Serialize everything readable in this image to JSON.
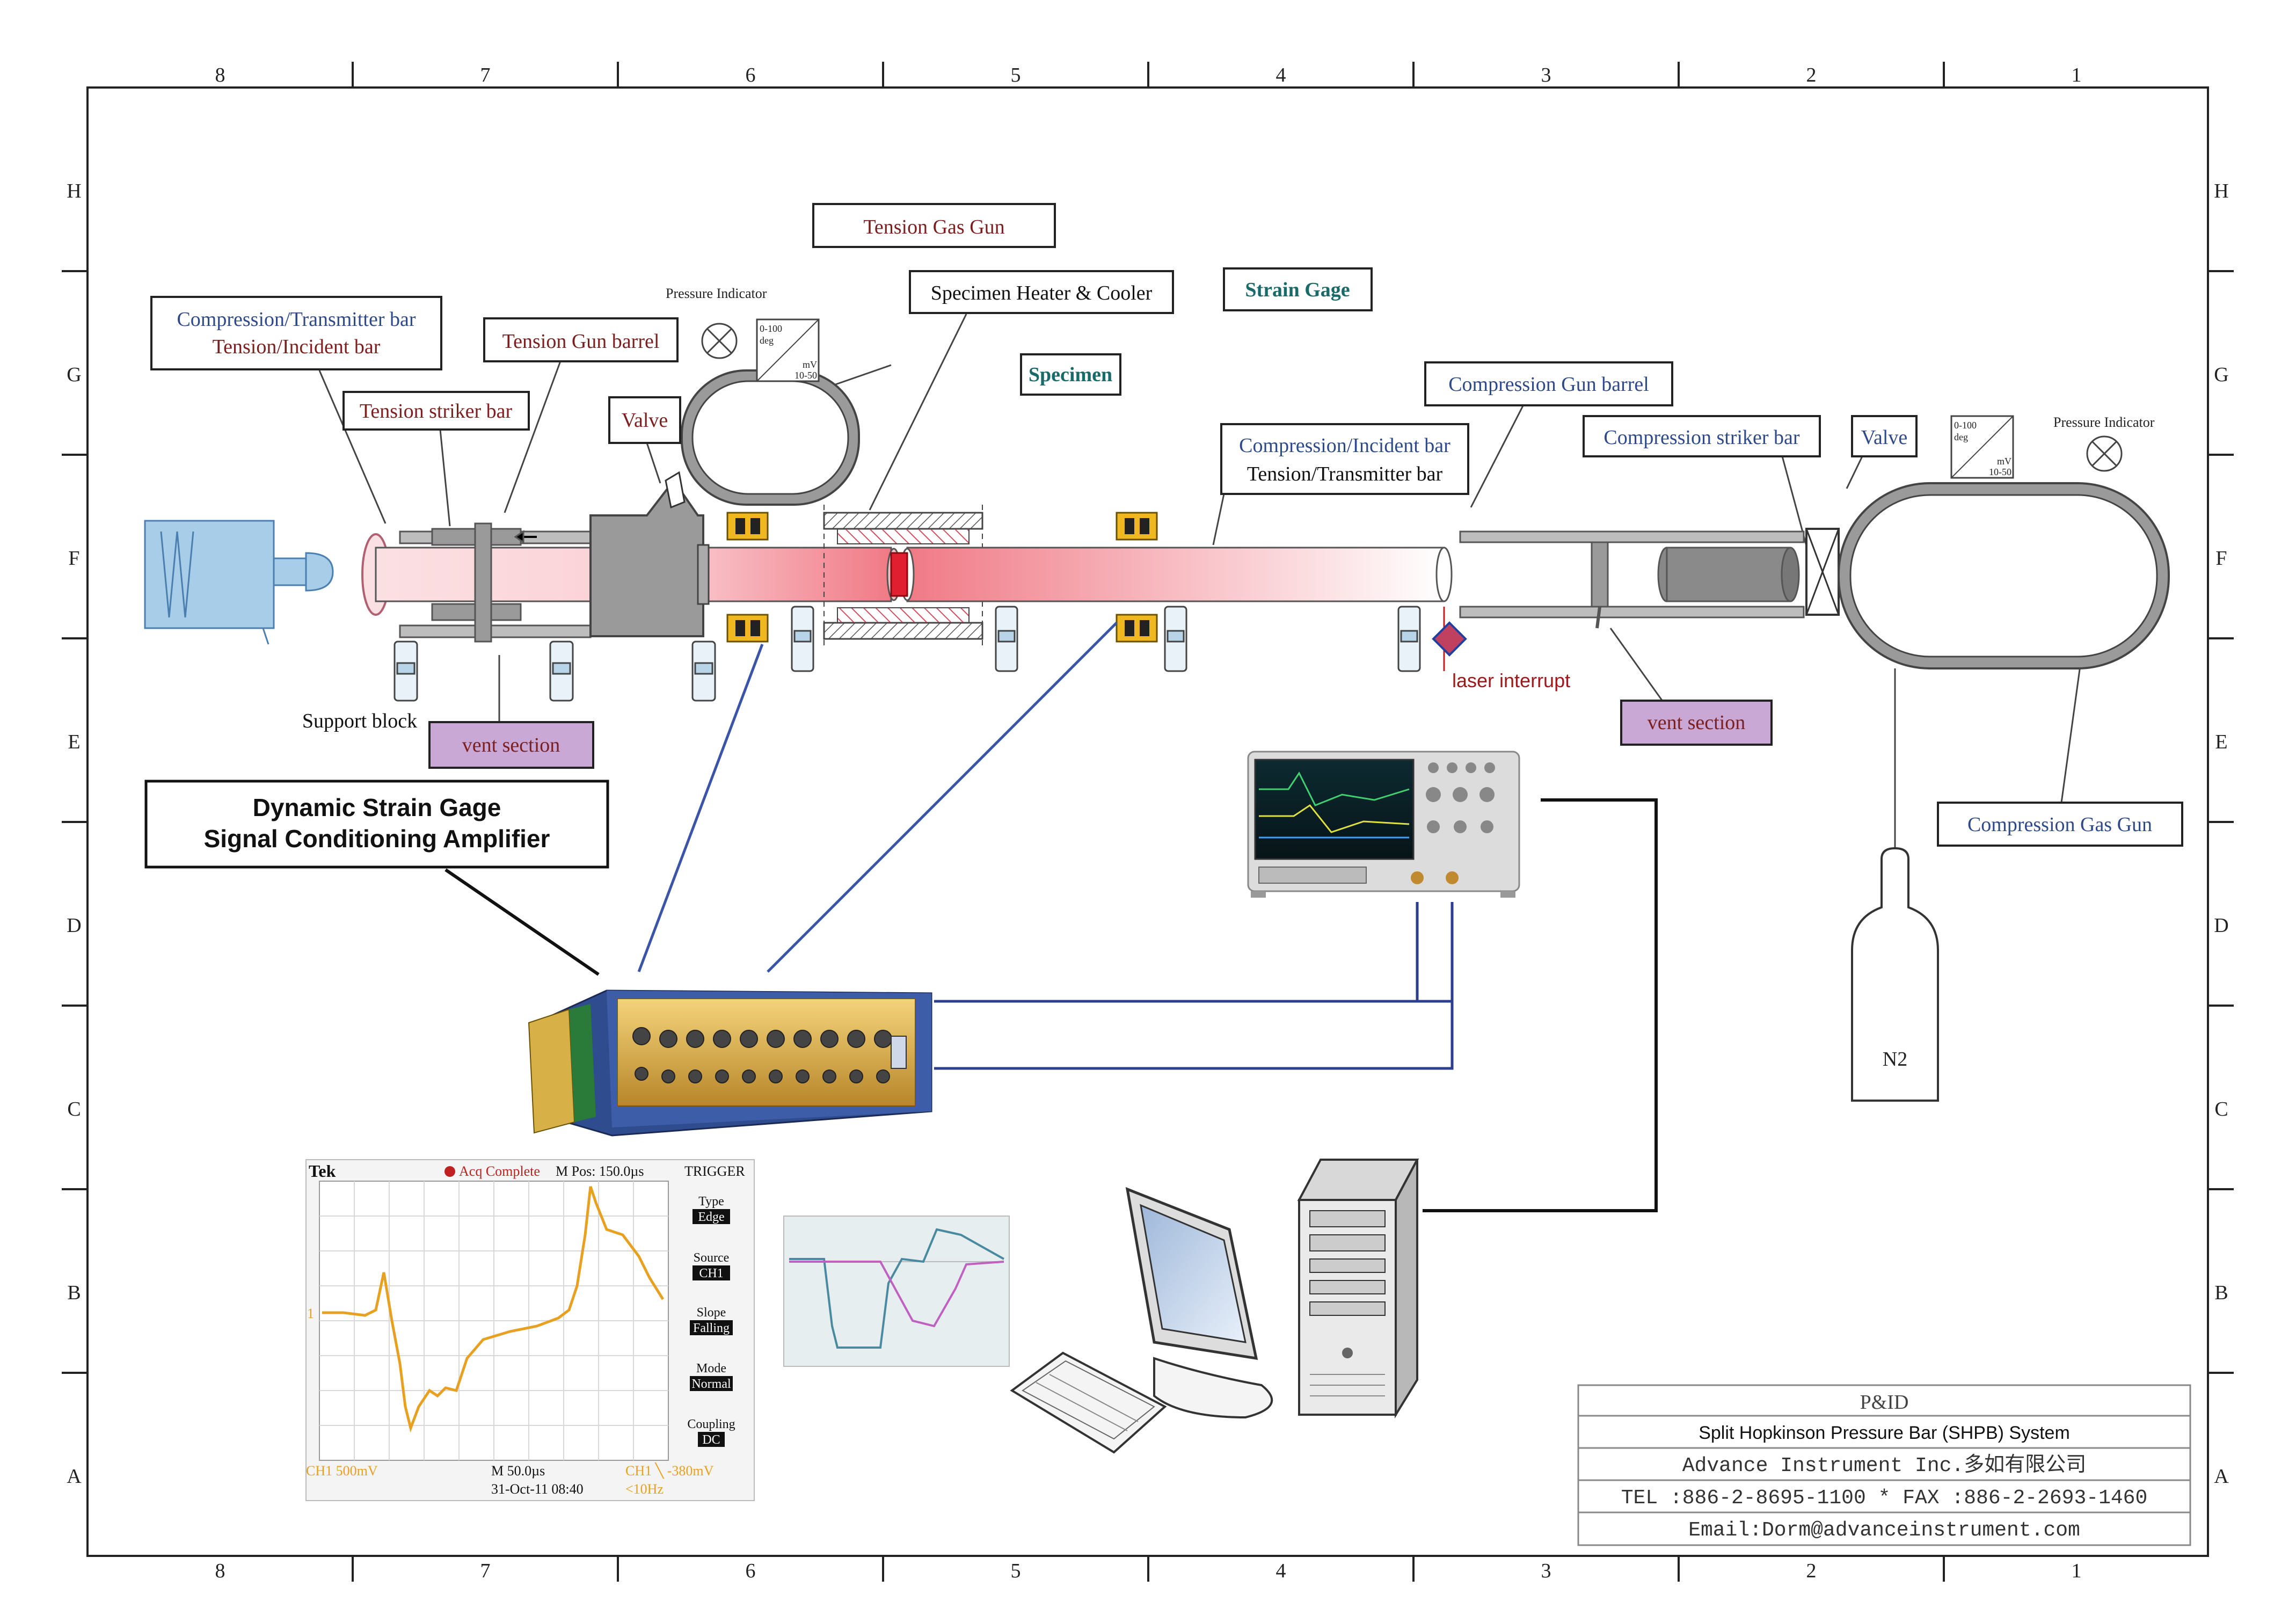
{
  "frame": {
    "columns": [
      "8",
      "7",
      "6",
      "5",
      "4",
      "3",
      "2",
      "1"
    ],
    "rows": [
      "H",
      "G",
      "F",
      "E",
      "D",
      "C",
      "B",
      "A"
    ]
  },
  "labels": {
    "tension_gas_gun": "Tension Gas Gun",
    "pressure_indicator_left": "Pressure Indicator",
    "gauge_range_left": "0-100",
    "gauge_unit_left": "deg",
    "gauge_mv_left": "mV",
    "gauge_mvrange_left": "10-50",
    "specimen_heater_cooler": "Specimen Heater & Cooler",
    "strain_gage": "Strain Gage",
    "compression_transmitter_bar": "Compression/Transmitter bar",
    "tension_incident_bar": "Tension/Incident bar",
    "tension_gun_barrel": "Tension Gun barrel",
    "tension_striker_bar": "Tension striker bar",
    "valve_left": "Valve",
    "specimen": "Specimen",
    "compression_gun_barrel": "Compression Gun barrel",
    "compression_incident_bar": "Compression/Incident bar",
    "tension_transmitter_bar": "Tension/Transmitter bar",
    "compression_striker_bar": "Compression striker bar",
    "valve_right": "Valve",
    "pressure_indicator_right": "Pressure Indicator",
    "gauge_range_right": "0-100",
    "gauge_unit_right": "deg",
    "gauge_mv_right": "mV",
    "gauge_mvrange_right": "10-50",
    "support_block": "Support block",
    "vent_section_left": "vent section",
    "laser_interrupt": "laser interrupt",
    "vent_section_right": "vent section",
    "compression_gas_gun": "Compression Gas Gun",
    "amplifier_line1": "Dynamic Strain Gage",
    "amplifier_line2": "Signal Conditioning Amplifier",
    "n2": "N2"
  },
  "scope": {
    "brand": "Tek",
    "status": "Acq Complete",
    "mpos": "M Pos: 150.0µs",
    "trigger_title": "TRIGGER",
    "menu": [
      {
        "label": "Type",
        "value": "Edge"
      },
      {
        "label": "Source",
        "value": "CH1"
      },
      {
        "label": "Slope",
        "value": "Falling"
      },
      {
        "label": "Mode",
        "value": "Normal"
      },
      {
        "label": "Coupling",
        "value": "DC"
      }
    ],
    "ch1_scale": "CH1  500mV",
    "timebase": "M 50.0µs",
    "date": "31-Oct-11 08:40",
    "trig_level": "CH1 ╲ -380mV",
    "freq": "<10Hz",
    "ch_marker": "1"
  },
  "title_block": {
    "heading": "P&ID",
    "system": "Split Hopkinson Pressure Bar (SHPB) System",
    "company": "Advance Instrument Inc.多如有限公司",
    "phone": "TEL :886-2-8695-1100  *  FAX :886-2-2693-1460",
    "email": "Email:Dorm@advanceinstrument.com"
  },
  "colors": {
    "label_red": "#7b1f1f",
    "label_blue": "#2e4a8a",
    "label_teal": "#1a6a6a",
    "vent_fill": "#c9a8d6",
    "bar_pink": "#f3a0a8",
    "wire_blue": "#2b3f8f",
    "trace_orange": "#e8a020"
  }
}
